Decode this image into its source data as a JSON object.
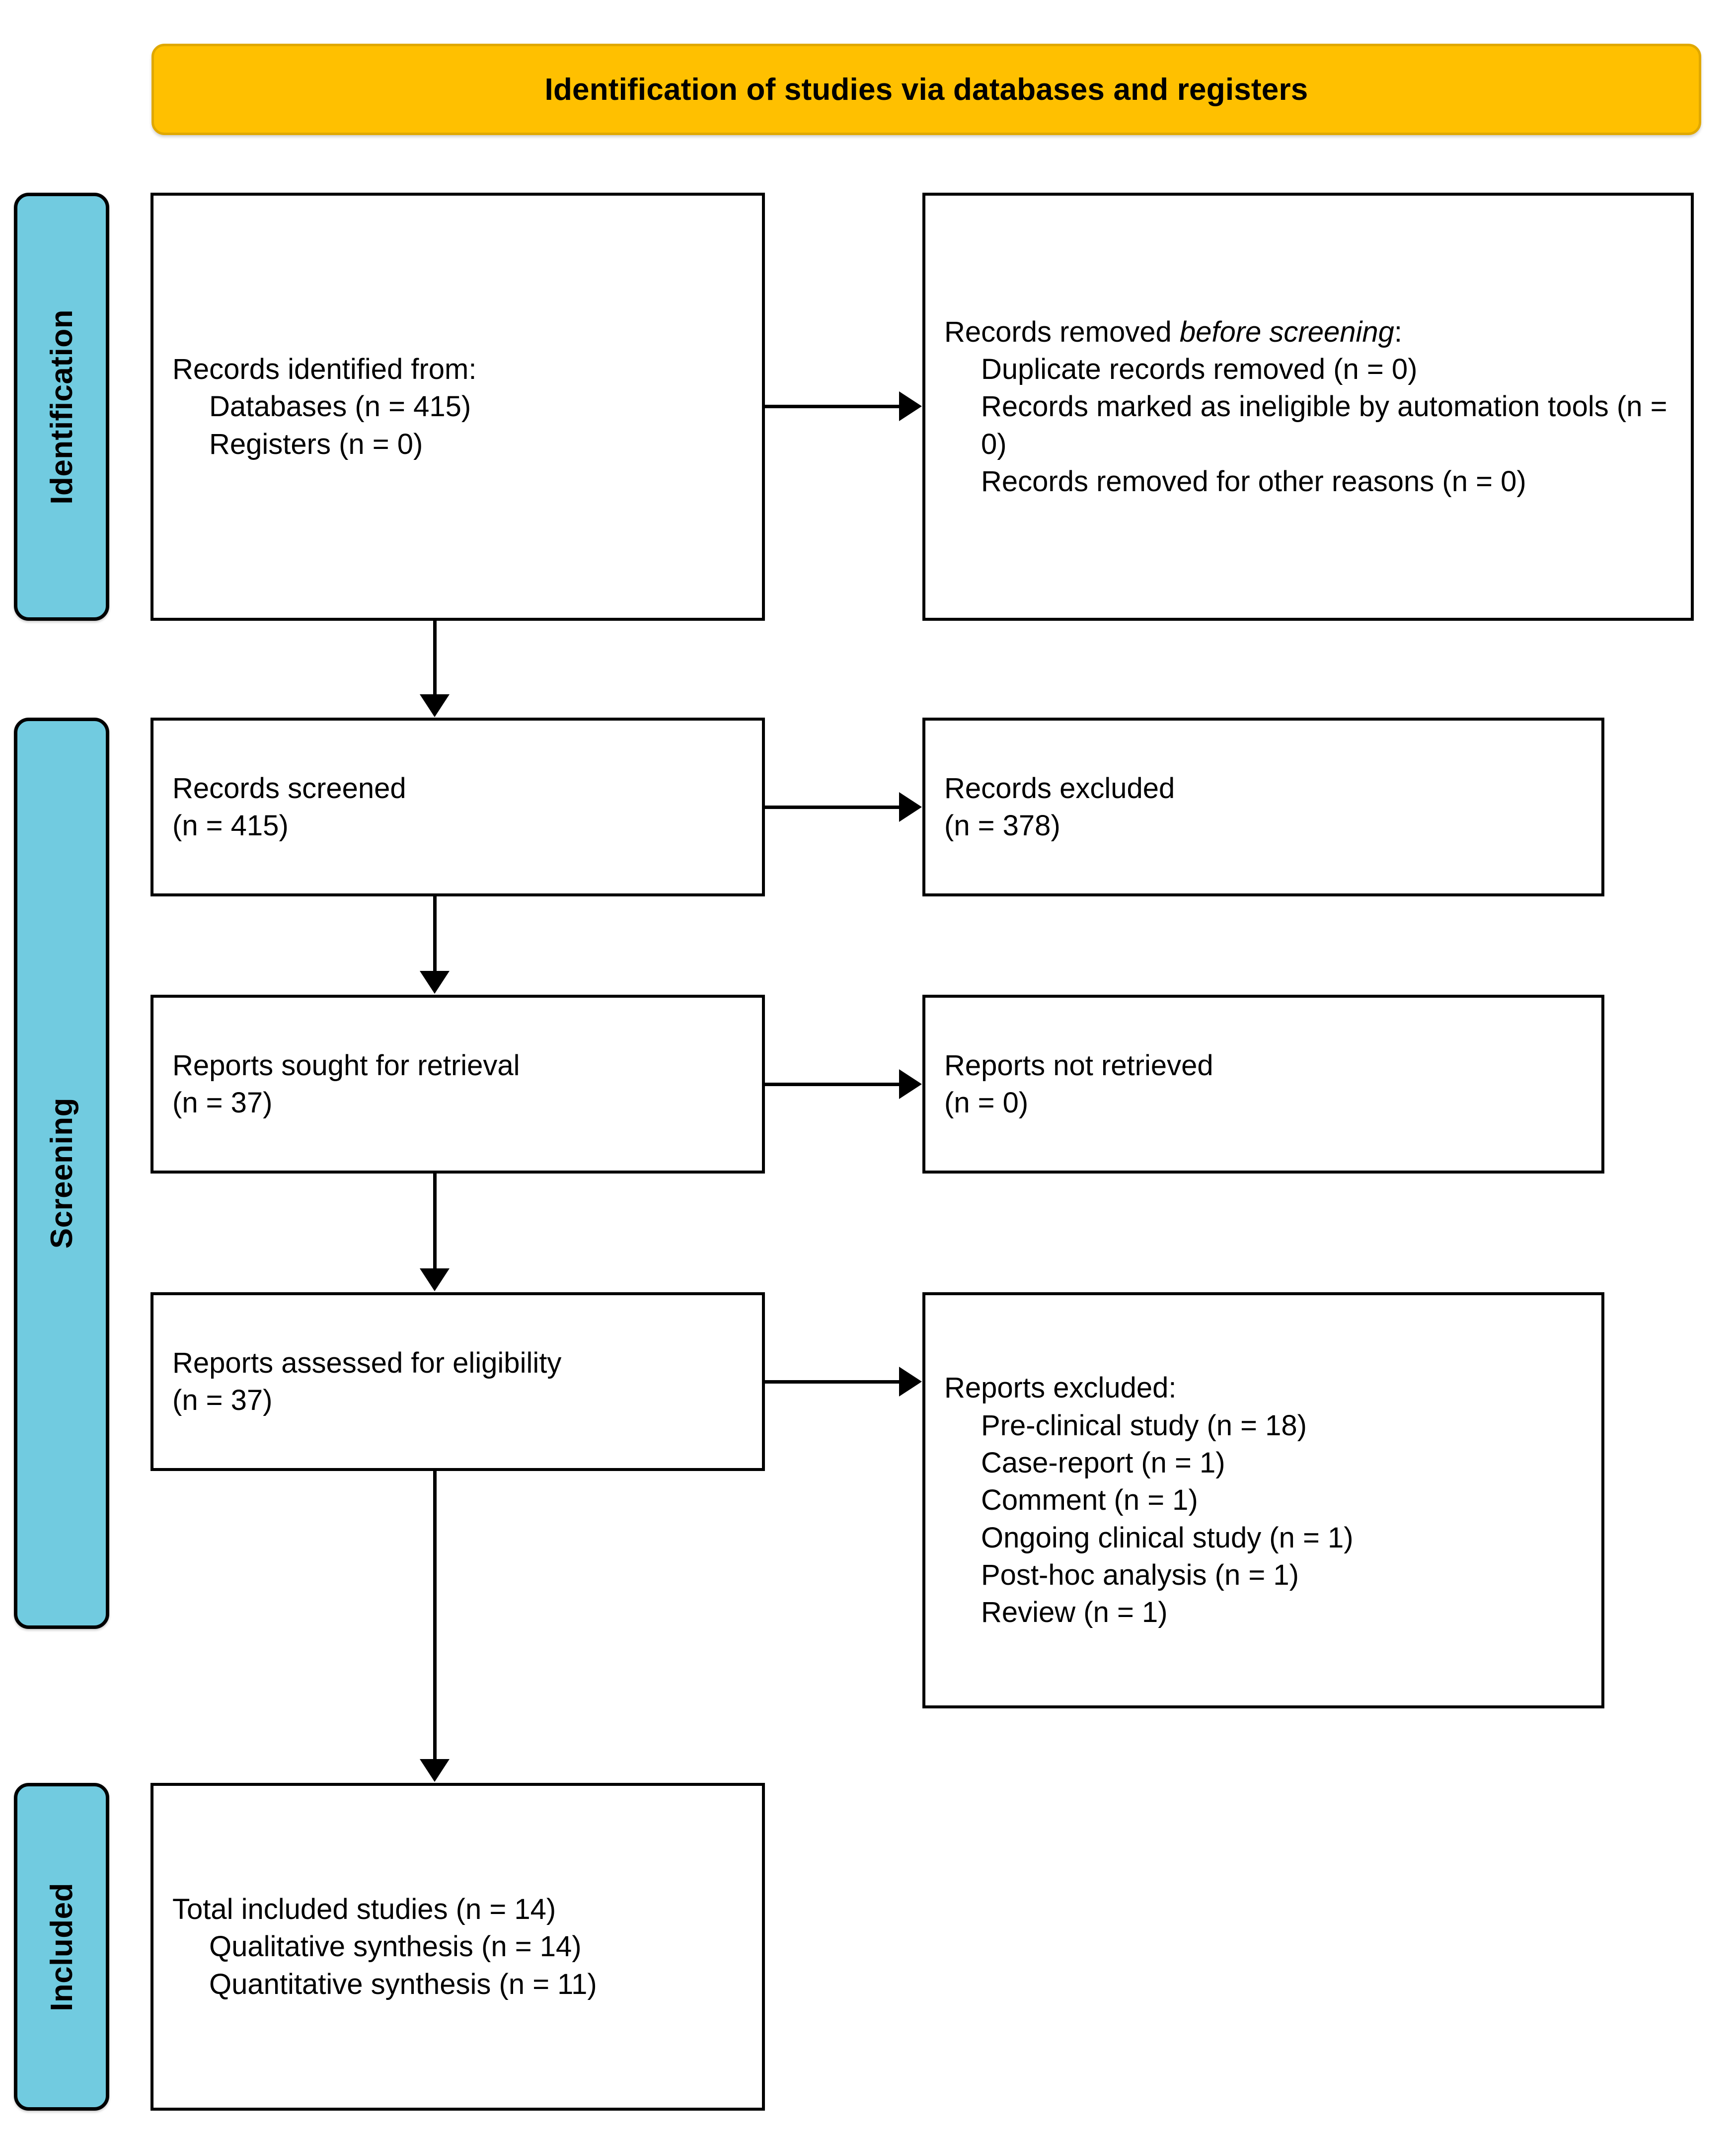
{
  "diagram": {
    "title": "Identification of studies via databases and registers",
    "colors": {
      "banner_fill": "#FFC000",
      "banner_border": "#E0A800",
      "phase_fill": "#71CBE0",
      "box_border": "#000000",
      "box_fill": "#FFFFFF"
    }
  },
  "phases": {
    "identification": "Identification",
    "screening": "Screening",
    "included": "Included"
  },
  "boxes": {
    "identified": {
      "line1": "Records identified from:",
      "line2": "Databases (n = 415)",
      "line3": "Registers (n = 0)"
    },
    "removed": {
      "line1_a": "Records removed ",
      "line1_em": "before screening",
      "line1_b": ":",
      "line2": "Duplicate records removed  (n = 0)",
      "line3": "Records marked as ineligible by automation tools (n = 0)",
      "line4": "Records removed for other reasons (n = 0)"
    },
    "screened": {
      "line1": "Records screened",
      "line2": "(n = 415)"
    },
    "records_excluded": {
      "line1": "Records excluded",
      "line2": "(n = 378)"
    },
    "sought": {
      "line1": "Reports sought for retrieval",
      "line2": "(n = 37)"
    },
    "not_retrieved": {
      "line1": "Reports not retrieved",
      "line2": "(n = 0)"
    },
    "assessed": {
      "line1": "Reports assessed for eligibility",
      "line2": "(n = 37)"
    },
    "reports_excluded": {
      "line1": "Reports excluded:",
      "reason1": "Pre-clinical study (n = 18)",
      "reason2": "Case-report (n = 1)",
      "reason3": "Comment (n = 1)",
      "reason4": "Ongoing clinical study (n = 1)",
      "reason5": "Post-hoc analysis (n = 1)",
      "reason6": "Review (n = 1)"
    },
    "included": {
      "line1": "Total included studies (n = 14)",
      "line2": "Qualitative synthesis (n = 14)",
      "line3": "Quantitative synthesis (n = 11)"
    }
  },
  "chart_data": {
    "type": "table",
    "title": "Identification of studies via databases and registers",
    "stages": [
      {
        "phase": "Identification",
        "label": "Databases",
        "n": 415
      },
      {
        "phase": "Identification",
        "label": "Registers",
        "n": 0
      },
      {
        "phase": "Identification",
        "label": "Duplicate records removed",
        "n": 0
      },
      {
        "phase": "Identification",
        "label": "Records marked as ineligible by automation tools",
        "n": 0
      },
      {
        "phase": "Identification",
        "label": "Records removed for other reasons",
        "n": 0
      },
      {
        "phase": "Screening",
        "label": "Records screened",
        "n": 415
      },
      {
        "phase": "Screening",
        "label": "Records excluded",
        "n": 378
      },
      {
        "phase": "Screening",
        "label": "Reports sought for retrieval",
        "n": 37
      },
      {
        "phase": "Screening",
        "label": "Reports not retrieved",
        "n": 0
      },
      {
        "phase": "Screening",
        "label": "Reports assessed for eligibility",
        "n": 37
      },
      {
        "phase": "Screening",
        "label": "Reports excluded: Pre-clinical study",
        "n": 18
      },
      {
        "phase": "Screening",
        "label": "Reports excluded: Case-report",
        "n": 1
      },
      {
        "phase": "Screening",
        "label": "Reports excluded: Comment",
        "n": 1
      },
      {
        "phase": "Screening",
        "label": "Reports excluded: Ongoing clinical study",
        "n": 1
      },
      {
        "phase": "Screening",
        "label": "Reports excluded: Post-hoc analysis",
        "n": 1
      },
      {
        "phase": "Screening",
        "label": "Reports excluded: Review",
        "n": 1
      },
      {
        "phase": "Included",
        "label": "Total included studies",
        "n": 14
      },
      {
        "phase": "Included",
        "label": "Qualitative synthesis",
        "n": 14
      },
      {
        "phase": "Included",
        "label": "Quantitative synthesis",
        "n": 11
      }
    ]
  }
}
